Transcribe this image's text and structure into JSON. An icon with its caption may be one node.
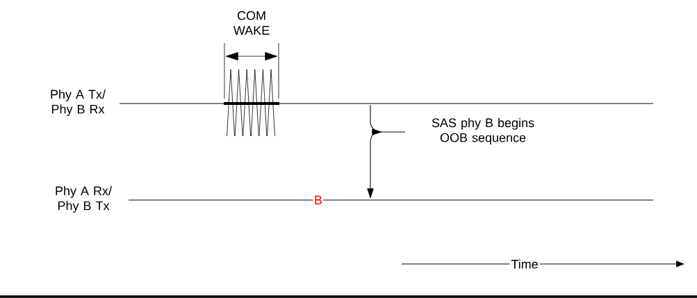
{
  "diagram": {
    "labels": [
      "COM WAKE",
      "Phy A Tx/ Phy B Rx",
      "SAS phy B begins OOB sequence",
      "Phy A Rx/ Phy B Tx",
      "B",
      "Time"
    ]
  }
}
